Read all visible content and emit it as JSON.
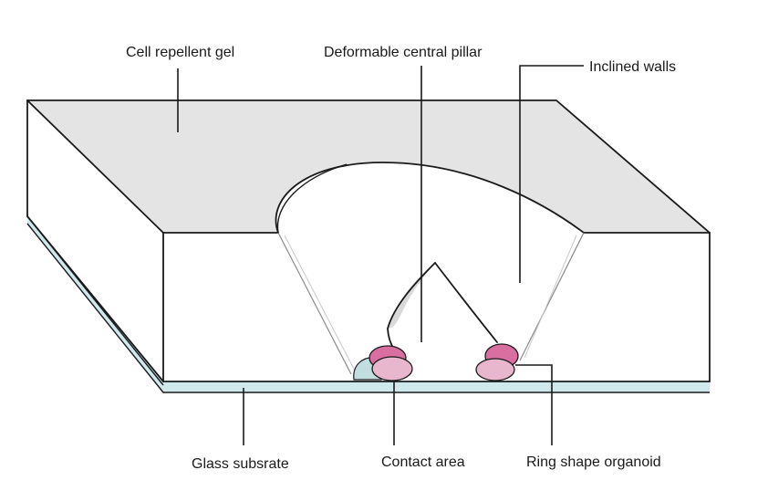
{
  "labels": {
    "cell_repellent_gel": "Cell repellent gel",
    "deformable_central_pillar": "Deformable central pillar",
    "inclined_walls": "Inclined walls",
    "glass_substrate": "Glass subsrate",
    "contact_area": "Contact area",
    "ring_shape_organoid": "Ring shape organoid"
  },
  "colors": {
    "gel": "#e4e4e4",
    "glass": "#cfe8ec",
    "organoid_dark": "#d96fa0",
    "organoid_light": "#e8b6cd",
    "contact": "#c2dde0",
    "ink": "#1a1a1a"
  }
}
